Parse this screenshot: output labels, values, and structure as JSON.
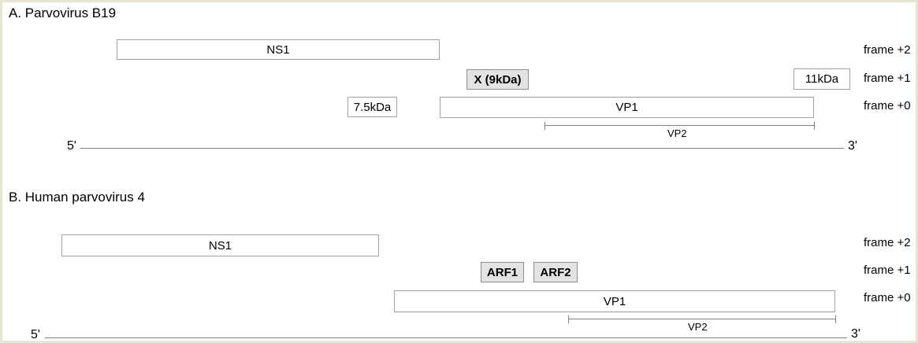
{
  "figure": {
    "description": "Genome organization diagrams of two parvoviruses showing open reading frames by reading frame",
    "colors": {
      "highlight_fill": "#e3e3e3",
      "box_border": "#a3a3a3",
      "line": "#7f7f7f",
      "frame_border": "#e8e4d3",
      "text": "#000000"
    },
    "panel_a": {
      "title": "A. Parvovirus B19",
      "frame_labels": [
        "frame +2",
        "frame +1",
        "frame +0"
      ],
      "orfs": [
        {
          "label": "NS1",
          "frame": "+2",
          "fill": "white"
        },
        {
          "label": "X (9kDa)",
          "frame": "+1",
          "fill": "gray"
        },
        {
          "label": "11kDa",
          "frame": "+1",
          "fill": "white"
        },
        {
          "label": "7.5kDa",
          "frame": "+0",
          "fill": "white"
        },
        {
          "label": "VP1",
          "frame": "+0",
          "fill": "white"
        }
      ],
      "vp2_label": "VP2",
      "genome": {
        "five_prime": "5'",
        "three_prime": "3'"
      }
    },
    "panel_b": {
      "title": "B. Human parvovirus 4",
      "frame_labels": [
        "frame +2",
        "frame +1",
        "frame +0"
      ],
      "orfs": [
        {
          "label": "NS1",
          "frame": "+2",
          "fill": "white"
        },
        {
          "label": "ARF1",
          "frame": "+1",
          "fill": "gray"
        },
        {
          "label": "ARF2",
          "frame": "+1",
          "fill": "gray"
        },
        {
          "label": "VP1",
          "frame": "+0",
          "fill": "white"
        }
      ],
      "vp2_label": "VP2",
      "genome": {
        "five_prime": "5'",
        "three_prime": "3'"
      }
    }
  }
}
